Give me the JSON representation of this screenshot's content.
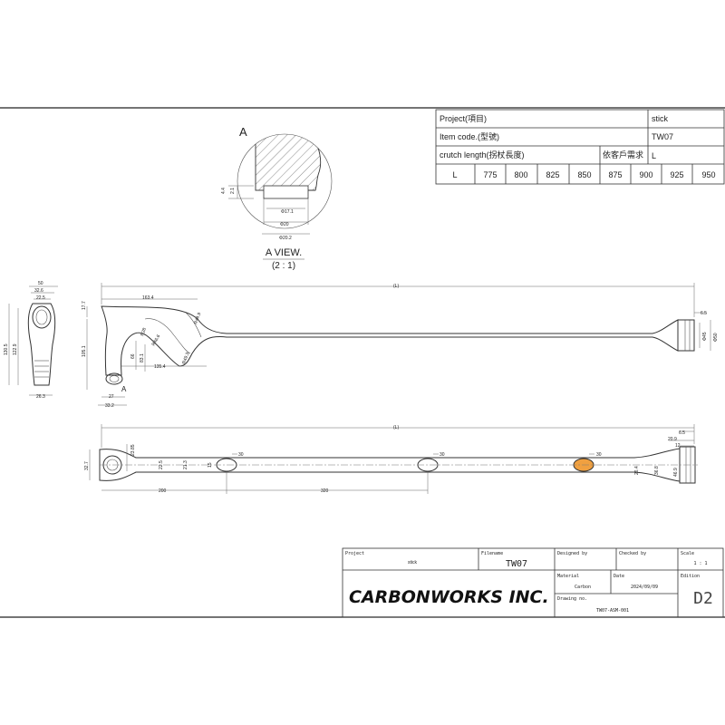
{
  "spec_table": {
    "project_label": "Project(項目)",
    "project_value": "stick",
    "item_code_label": "Item code.(型號)",
    "item_code_value": "TW07",
    "length_label": "crutch length(拐杖長度)",
    "custom_label": "依客戶需求",
    "custom_value": "L",
    "size_header": "L",
    "sizes": [
      "775",
      "800",
      "825",
      "850",
      "875",
      "900",
      "925",
      "950"
    ]
  },
  "detail_view": {
    "marker": "A",
    "title": "A VIEW.",
    "scale": "(2 : 1)",
    "dims": {
      "d171": "Φ17.1",
      "d20": "Φ20",
      "d202": "Φ20.2",
      "h44": "4.4",
      "h21": "2.1"
    }
  },
  "side_view": {
    "dims": {
      "w50": "50",
      "w326": "32.6",
      "w225": "22.5",
      "h1305": "130.5",
      "h1229": "122.9",
      "w263": "26.3",
      "h177": "17.7",
      "h1051": "105.1",
      "w1634": "163.4",
      "r28": "R28",
      "r466": "R46.6",
      "r449": "R44.9",
      "r493": "R49.3",
      "h66": "66",
      "h831": "83.1",
      "w1354": "135.4",
      "w27": "27",
      "w332": "33.2",
      "len": "(L)",
      "w65": "6.5",
      "d45": "Φ45",
      "d50": "Φ50"
    },
    "marker": "A"
  },
  "top_view": {
    "dims": {
      "len": "(L)",
      "h327": "32.7",
      "h2385": "23.85",
      "d225": "22.5",
      "d213": "21.3",
      "w30a": "30",
      "w30b": "30",
      "w30c": "30",
      "d15": "15",
      "w200": "200",
      "w320": "320",
      "w65": "6.5",
      "w209": "20.9",
      "w12": "12",
      "d264": "26.4",
      "d368": "36.8",
      "d469": "46.9"
    }
  },
  "title_block": {
    "project_label": "Project",
    "project_value": "stick",
    "filename_label": "Filename",
    "filename_value": "TW07",
    "designed_label": "Designed by",
    "checked_label": "Checked by",
    "scale_label": "Scale",
    "scale_value": "1 : 1",
    "company": "CARBONWORKS INC.",
    "material_label": "Material",
    "material_value": "Carbon",
    "date_label": "Date",
    "date_value": "2024/09/09",
    "edition_label": "Edition",
    "edition_value": "D2",
    "drawing_no_label": "Drawing no.",
    "drawing_no_value": "TW07-ASM-001"
  },
  "colors": {
    "accent_slot": "#f0a040",
    "line": "#333333"
  }
}
